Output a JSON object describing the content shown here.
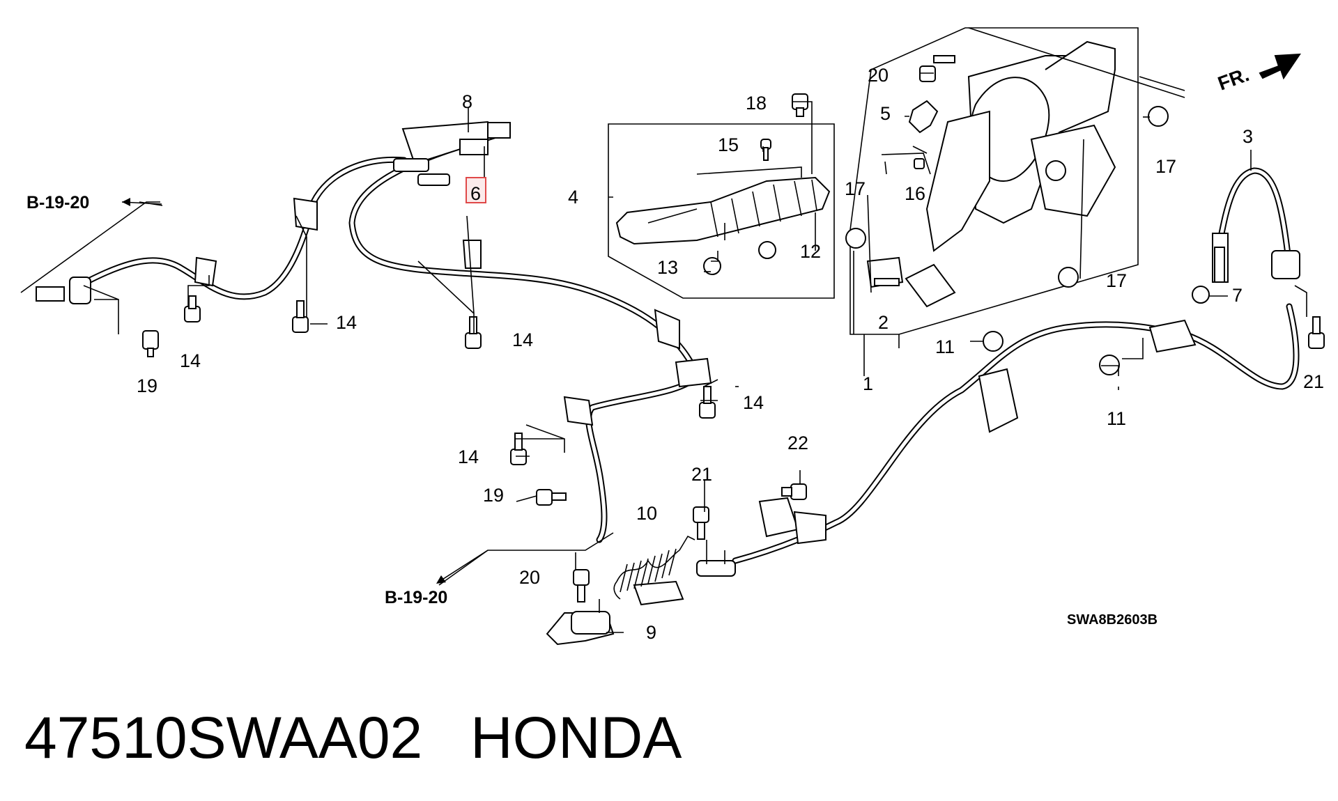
{
  "diagram": {
    "part_number": "47510SWAA02",
    "brand": "HONDA",
    "drawing_code": "SWA8B2603B",
    "front_indicator": "FR.",
    "highlighted_callout": "6",
    "reference_labels": [
      {
        "id": "ref-left-top",
        "text": "B-19-20"
      },
      {
        "id": "ref-bottom",
        "text": "B-19-20"
      }
    ],
    "callouts": [
      {
        "id": "c1",
        "text": "1"
      },
      {
        "id": "c2",
        "text": "2"
      },
      {
        "id": "c3",
        "text": "3"
      },
      {
        "id": "c4",
        "text": "4"
      },
      {
        "id": "c5",
        "text": "5"
      },
      {
        "id": "c6",
        "text": "6"
      },
      {
        "id": "c7",
        "text": "7"
      },
      {
        "id": "c8",
        "text": "8"
      },
      {
        "id": "c9",
        "text": "9"
      },
      {
        "id": "c10",
        "text": "10"
      },
      {
        "id": "c11a",
        "text": "11"
      },
      {
        "id": "c11b",
        "text": "11"
      },
      {
        "id": "c12",
        "text": "12"
      },
      {
        "id": "c13",
        "text": "13"
      },
      {
        "id": "c14a",
        "text": "14"
      },
      {
        "id": "c14b",
        "text": "14"
      },
      {
        "id": "c14c",
        "text": "14"
      },
      {
        "id": "c14d",
        "text": "14"
      },
      {
        "id": "c14e",
        "text": "14"
      },
      {
        "id": "c15",
        "text": "15"
      },
      {
        "id": "c16",
        "text": "16"
      },
      {
        "id": "c17a",
        "text": "17"
      },
      {
        "id": "c17b",
        "text": "17"
      },
      {
        "id": "c17c",
        "text": "17"
      },
      {
        "id": "c18",
        "text": "18"
      },
      {
        "id": "c19a",
        "text": "19"
      },
      {
        "id": "c19b",
        "text": "19"
      },
      {
        "id": "c20a",
        "text": "20"
      },
      {
        "id": "c20b",
        "text": "20"
      },
      {
        "id": "c21a",
        "text": "21"
      },
      {
        "id": "c21b",
        "text": "21"
      },
      {
        "id": "c22",
        "text": "22"
      }
    ]
  }
}
